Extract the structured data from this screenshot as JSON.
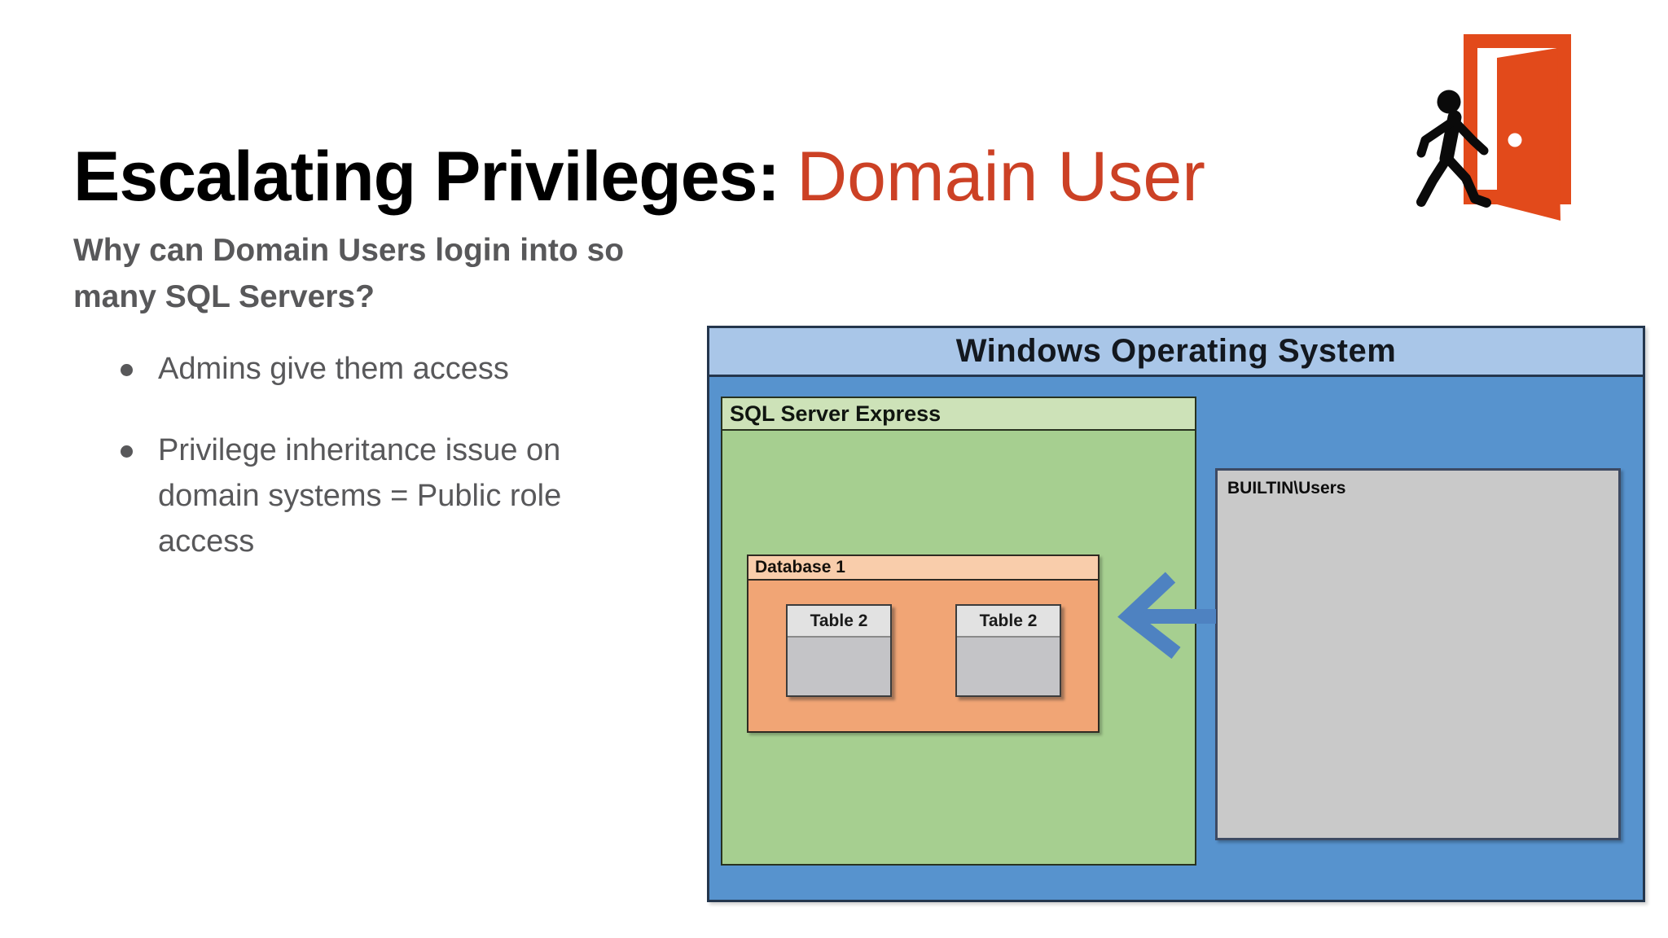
{
  "slide": {
    "title": {
      "black": "Escalating Privileges:",
      "red": "Domain User"
    },
    "question": "Why can Domain Users login into so many SQL Servers?",
    "bullets": [
      "Admins give them access",
      "Privilege inheritance issue on domain systems = Public role access"
    ]
  },
  "diagram": {
    "os_label": "Windows Operating System",
    "sql_label": "SQL Server Express",
    "db_label": "Database 1",
    "tables": [
      "Table 2",
      "Table 2"
    ],
    "users_label": "BUILTIN\\Users"
  },
  "icons": {
    "door": "door-exit-icon",
    "person": "walking-person-icon",
    "arrow": "left-arrow-icon"
  },
  "colors": {
    "title_accent": "#cc4125",
    "door_orange": "#e24a1b",
    "os_box_fill": "#5793ce",
    "os_header_fill": "#a9c6e8",
    "sql_box_fill": "#a6cf90",
    "sql_header_fill": "#cde2b8",
    "db_box_fill": "#f1a575",
    "db_header_fill": "#f9cdab",
    "table_fill": "#c4c4c7",
    "table_header_fill": "#e2e2e2",
    "users_box_fill": "#c9c9c9",
    "arrow_blue": "#4e82c1",
    "body_text": "#58585a"
  }
}
